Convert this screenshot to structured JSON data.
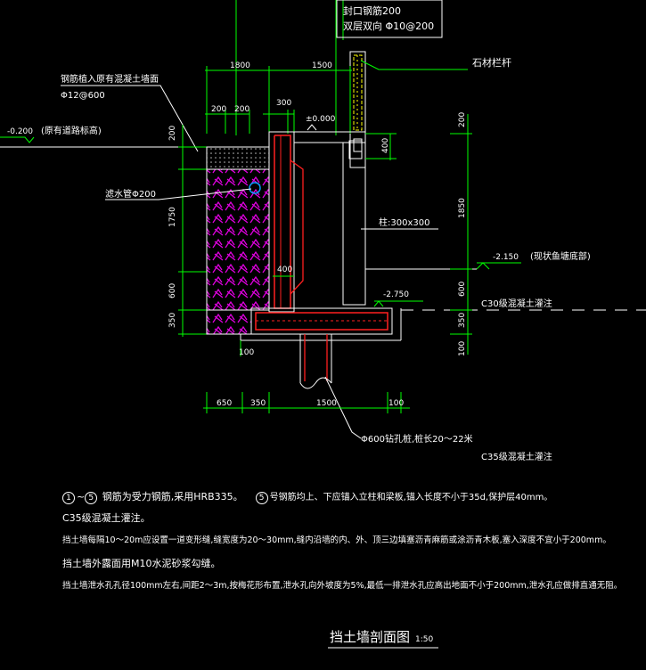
{
  "colors": {
    "background": "#000000",
    "line_green": "#00ff00",
    "text_white": "#ffffff",
    "rebar_red": "#ff2020",
    "fill_magenta": "#e000e0",
    "water_blue": "#00a0ff",
    "wall_gray": "#c0c0c0",
    "rail_yellow": "#ffff00"
  },
  "labels": {
    "top_note_line1": "封口钢筋200",
    "top_note_line2": "双层双向  Φ10@200",
    "stone_railing": "石材栏杆",
    "rebar_anchor_line1": "钢筋植入原有混凝土墙面",
    "rebar_anchor_line2": "Φ12@600",
    "road_level": "-0.200",
    "road_level_desc": "(原有道路标高)",
    "drain_pipe": "滤水管Φ200",
    "zero_level": "±0.000",
    "column": "柱:300x300",
    "pond_level": "-2.150",
    "pond_level_desc": "(现状鱼塘底部)",
    "base_level": "-2.750",
    "c30_concrete": "C30级混凝土灌注",
    "pile": "Φ600钻孔桩,桩长20～22米",
    "c35_concrete": "C35级混凝土灌注",
    "drawing_title": "挡土墙剖面图",
    "drawing_scale": "1:50"
  },
  "dimensions": {
    "top_1800": "1800",
    "top_1500": "1500",
    "d_200a": "200",
    "d_200b": "200",
    "d_300": "300",
    "left_200": "200",
    "left_1750": "1750",
    "left_600": "600",
    "left_350": "350",
    "d_400_right": "400",
    "d_400_inner": "400",
    "right_200": "200",
    "right_1850": "1850",
    "right_600": "600",
    "right_350": "350",
    "d_100_left": "100",
    "d_100_right": "100",
    "bot_650": "650",
    "bot_350": "350",
    "bot_1500": "1500",
    "bot_100": "100"
  },
  "notes": {
    "n1_circle_a": "1",
    "n1_tilde": "~",
    "n1_circle_b": "5",
    "n1_text": "钢筋为受力钢筋,采用HRB335。",
    "n1_circle_c": "5",
    "n1_text2": "号钢筋均上、下应锚入立柱和梁板,锚入长度不小于35d,保护层40mm。",
    "n2": "C35级混凝土灌注。",
    "n3": "挡土墙每隔10～20m应设置一道变形缝,缝宽度为20～30mm,缝内沿墙的内、外、顶三边填塞沥青麻筋或涂沥青木板,塞入深度不宜小于200mm。",
    "n4": "挡土墙外露面用M10水泥砂浆勾缝。",
    "n5": "挡土墙泄水孔孔径100mm左右,间距2～3m,按梅花形布置,泄水孔向外坡度为5%,最低一排泄水孔应高出地面不小于200mm,泄水孔应做排直通无阻。"
  }
}
